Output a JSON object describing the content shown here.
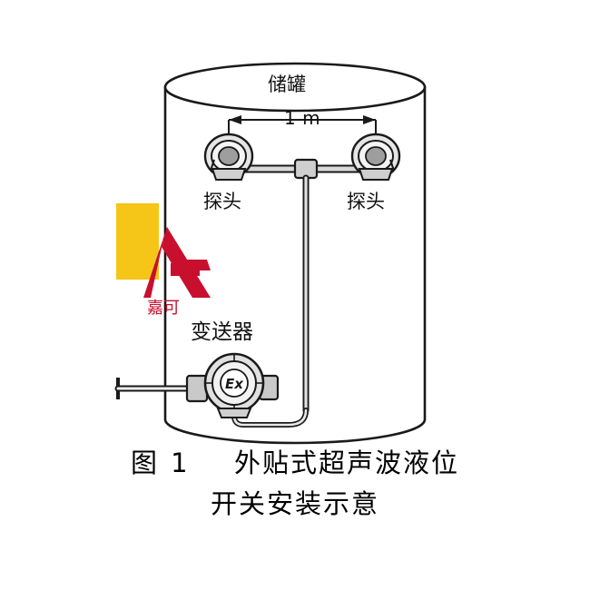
{
  "figure": {
    "tank_label": "储罐",
    "span_label": "1 m",
    "probe_left_label": "探头",
    "probe_right_label": "探头",
    "transmitter_label": "变送器",
    "enclosure_mark": "Ex"
  },
  "watermark": {
    "brand_text": "嘉可",
    "yellow_hex": "#f5c518",
    "red_hex": "#c8102e"
  },
  "caption": {
    "figure_number": "图 1",
    "line1": "外贴式超声波液位",
    "line2": "开关安装示意"
  },
  "colors": {
    "stroke": "#1a1a1a",
    "fill_light": "#e8e8e8",
    "fill_mid": "#bdbdbd",
    "background": "#ffffff"
  }
}
